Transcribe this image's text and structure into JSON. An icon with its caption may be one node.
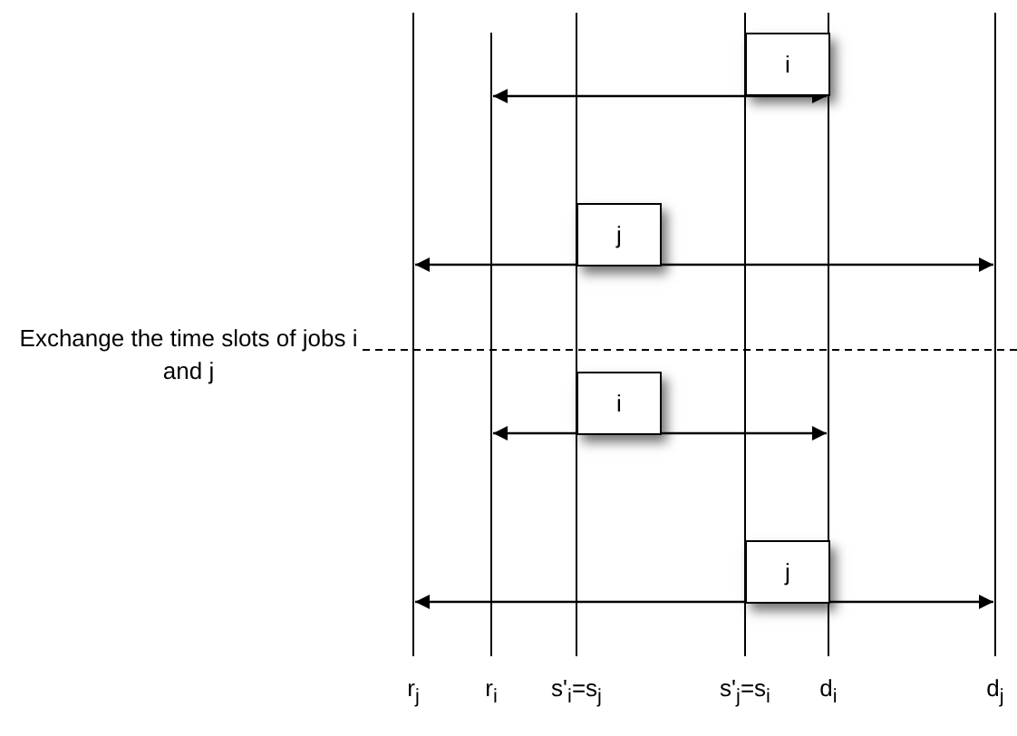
{
  "diagram": {
    "nodes": [
      {
        "text": [
          "i"
        ]
      },
      {
        "text": [
          "j"
        ]
      },
      {
        "text": [
          "i"
        ]
      },
      {
        "text": [
          "j"
        ]
      }
    ],
    "labels": [
      "Exchange the time slots of jobs  i and j",
      "r$_{j}$",
      "r$_{i}$",
      "s'$_{i}$=s$_{j}$",
      "s'$_{j}$=s$_{i}$",
      "d$_{i}$",
      "d$_{j}$"
    ]
  }
}
